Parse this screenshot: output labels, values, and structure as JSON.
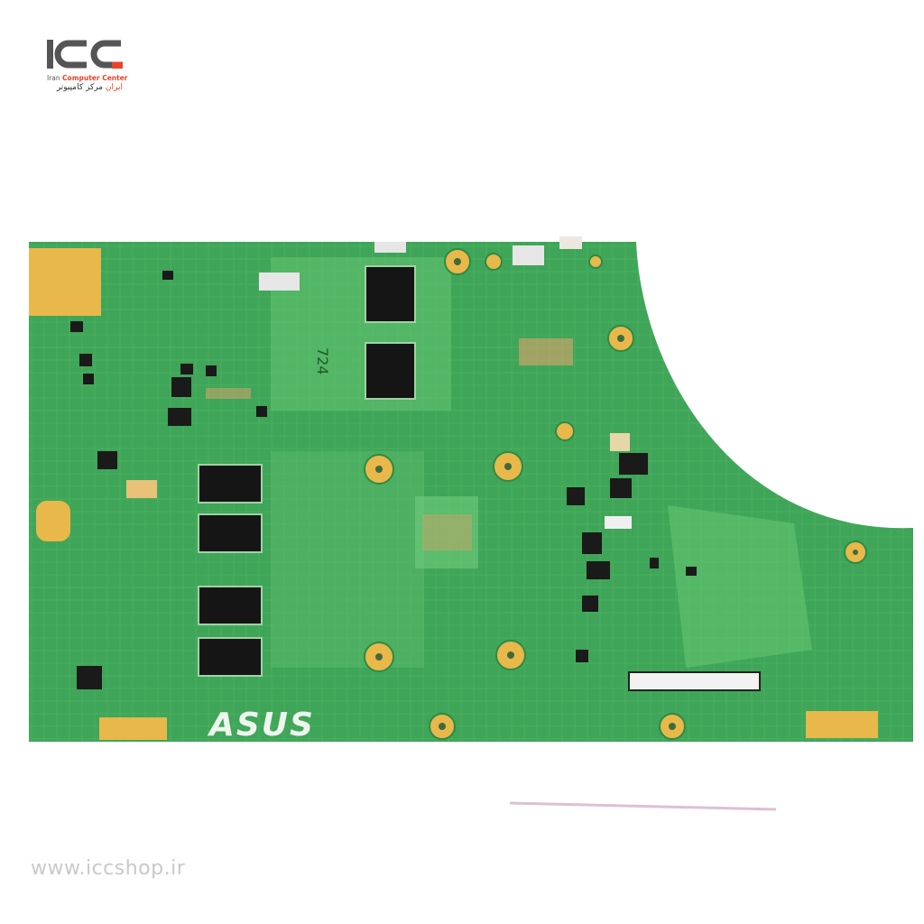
{
  "logo": {
    "mark": "ICC",
    "english_prefix": "Iran",
    "english_main": "Computer Center",
    "persian_main": "مرکز کامپیوتر",
    "persian_accent": "ایران"
  },
  "board": {
    "brand_logo": "ASUS",
    "silkscreen_label": "724",
    "colors": {
      "pcb": "#3fa558",
      "pcb_light": "#6cc677",
      "pad": "#e8b84a",
      "chip": "#151515"
    }
  },
  "footer": {
    "website": "www.iccshop.ir"
  }
}
